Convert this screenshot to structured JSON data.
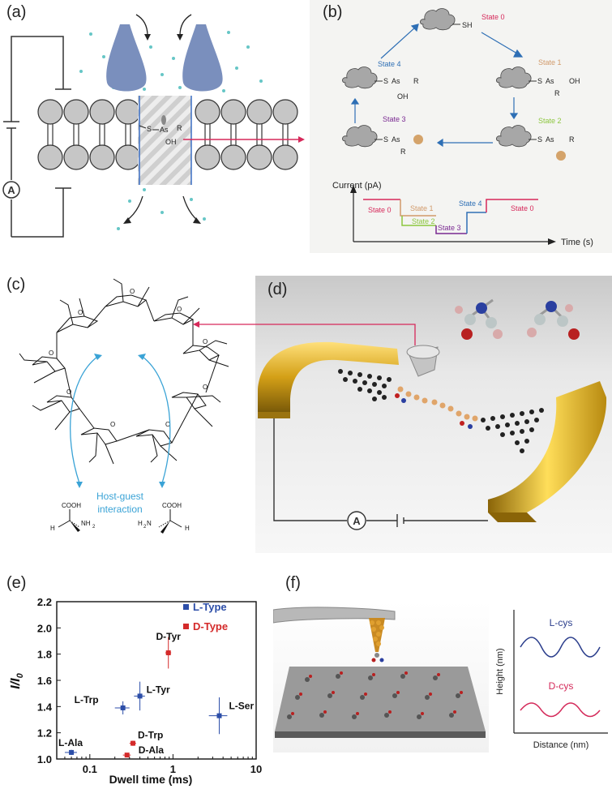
{
  "panel_labels": {
    "a": "(a)",
    "b": "(b)",
    "c": "(c)",
    "d": "(d)",
    "e": "(e)",
    "f": "(f)"
  },
  "panel_a": {
    "ammeter": "A",
    "linker_s": "S",
    "linker_as": "As",
    "linker_r": "R",
    "linker_oh": "OH"
  },
  "panel_b": {
    "states": [
      {
        "name": "State 0",
        "color": "#d6285a",
        "group": "SH"
      },
      {
        "name": "State 1",
        "color": "#d19a6a",
        "group": "OH"
      },
      {
        "name": "State 2",
        "color": "#8cc63e",
        "group": "bead"
      },
      {
        "name": "State 3",
        "color": "#7a2a92",
        "group": "bead"
      },
      {
        "name": "State 4",
        "color": "#2e6fb5",
        "group": "OH"
      }
    ],
    "s_label": "S",
    "as_label": "As",
    "r_label": "R",
    "oh_label": "OH",
    "sh_label": "SH",
    "trace_ylabel": "Current (pA)",
    "trace_xlabel": "Time (s)",
    "trace_levels": [
      {
        "label": "State 0",
        "color": "#d6285a"
      },
      {
        "label": "State 1",
        "color": "#d19a6a"
      },
      {
        "label": "State 2",
        "color": "#8cc63e"
      },
      {
        "label": "State 3",
        "color": "#7a2a92"
      },
      {
        "label": "State 4",
        "color": "#2e6fb5"
      },
      {
        "label": "State 0",
        "color": "#d6285a"
      }
    ]
  },
  "panel_c": {
    "interaction_label_1": "Host-guest",
    "interaction_label_2": "interaction",
    "left_guest": {
      "cooh": "COOH",
      "nh2": "NH",
      "nh2_sub": "2",
      "h": "H"
    },
    "right_guest": {
      "cooh": "COOH",
      "h2n": "H",
      "h2n_sub": "2",
      "h2n_n": "N",
      "h": "H"
    },
    "interaction_color": "#3aa3d6"
  },
  "panel_d": {
    "ammeter": "A",
    "electrode_color": "#d4a017"
  },
  "chart_data": {
    "type": "scatter",
    "xlabel": "Dwell time (ms)",
    "ylabel": "I/I",
    "ylabel_sub": "0",
    "xscale": "log",
    "xlim": [
      0.04,
      10
    ],
    "ylim": [
      1.0,
      2.2
    ],
    "yticks": [
      "1.0",
      "1.2",
      "1.4",
      "1.6",
      "1.8",
      "2.0",
      "2.2"
    ],
    "xticks": [
      "0.1",
      "1",
      "10"
    ],
    "legend": [
      {
        "name": "L-Type",
        "color": "#2c4ea8"
      },
      {
        "name": "D-Type",
        "color": "#d42a2a"
      }
    ],
    "legend_position": "top-right",
    "points": [
      {
        "label": "L-Ala",
        "series": "L-Type",
        "x": 0.06,
        "y": 1.05,
        "xerr": 0.01,
        "yerr": 0.02
      },
      {
        "label": "L-Trp",
        "series": "L-Type",
        "x": 0.25,
        "y": 1.39,
        "xerr": 0.05,
        "yerr": 0.05
      },
      {
        "label": "L-Tyr",
        "series": "L-Type",
        "x": 0.4,
        "y": 1.48,
        "xerr": 0.06,
        "yerr": 0.11
      },
      {
        "label": "L-Ser",
        "series": "L-Type",
        "x": 3.6,
        "y": 1.33,
        "xerr": 0.9,
        "yerr": 0.14
      },
      {
        "label": "D-Tyr",
        "series": "D-Type",
        "x": 0.88,
        "y": 1.81,
        "xerr": 0.07,
        "yerr": 0.12
      },
      {
        "label": "D-Trp",
        "series": "D-Type",
        "x": 0.33,
        "y": 1.12,
        "xerr": 0.03,
        "yerr": 0.02
      },
      {
        "label": "D-Ala",
        "series": "D-Type",
        "x": 0.28,
        "y": 1.03,
        "xerr": 0.03,
        "yerr": 0.01
      }
    ]
  },
  "panel_f": {
    "ylabel": "Height (nm)",
    "xlabel": "Distance (nm)",
    "series": [
      {
        "name": "L-cys",
        "color": "#2b3e8c"
      },
      {
        "name": "D-cys",
        "color": "#d42a5a"
      }
    ]
  }
}
